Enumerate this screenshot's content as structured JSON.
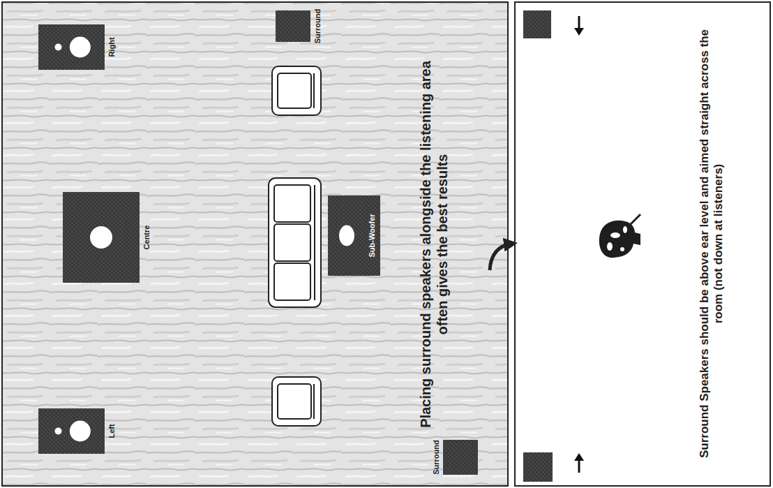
{
  "diagram": {
    "nodes": [
      {
        "text": [
          "Left"
        ]
      },
      {
        "text": [
          "Centre"
        ]
      },
      {
        "text": [
          "Right"
        ]
      },
      {
        "text": [
          "Surround"
        ]
      },
      {
        "text": [
          "Sub-Woofer"
        ]
      },
      {
        "text": [
          "Surround"
        ]
      }
    ],
    "labels": [
      "Placing surround speakers alongside the listening area often gives the best results",
      "Surround Speakers should be above ear level and aimed straight across the room (not down at listeners)"
    ]
  }
}
